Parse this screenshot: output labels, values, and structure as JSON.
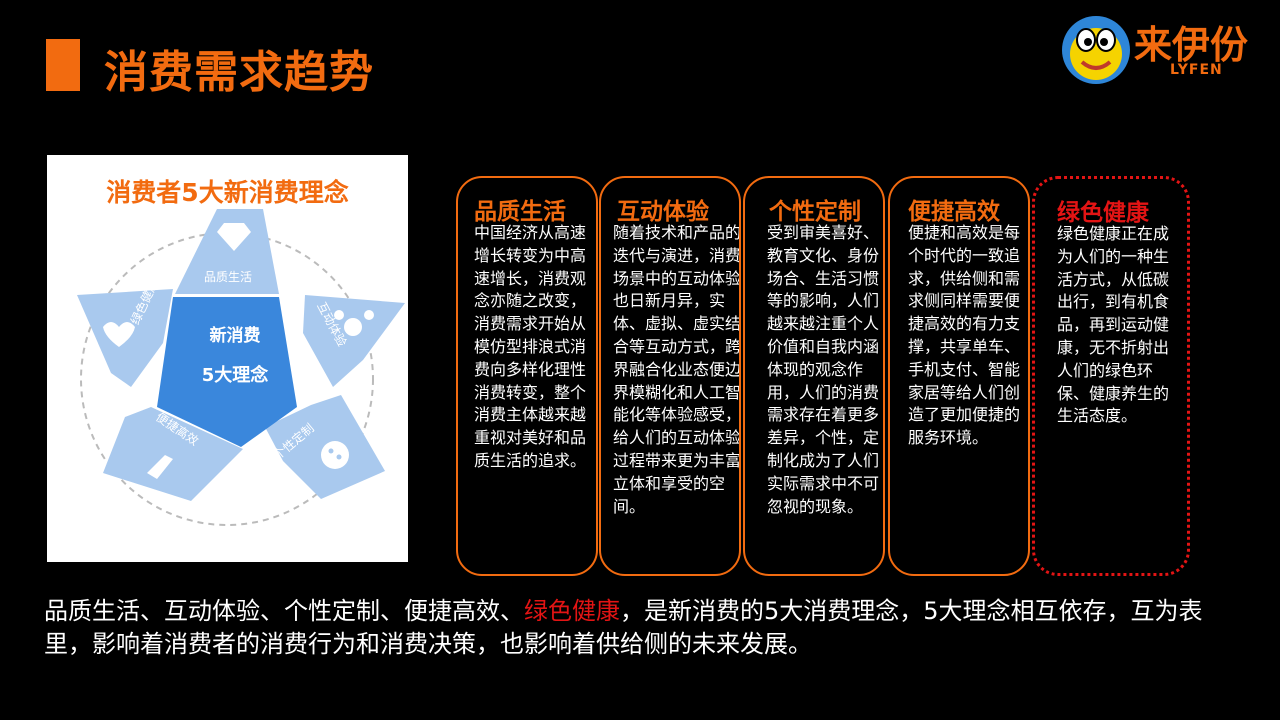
{
  "header": {
    "title": "消费需求趋势"
  },
  "logo": {
    "name": "来伊份",
    "sub": "LYFEN"
  },
  "diagram": {
    "title": "消费者5大新消费理念",
    "center_line1": "新消费",
    "center_line2": "5大理念",
    "petals": [
      "品质生活",
      "互动体验",
      "个性定制",
      "便捷高效",
      "绿色健康"
    ]
  },
  "cards": [
    {
      "title": "品质生活",
      "body": "中国经济从高速增长转变为中高速增长，消费观念亦随之改变，消费需求开始从模仿型排浪式消费向多样化理性消费转变，整个消费主体越来越重视对美好和品质生活的追求。"
    },
    {
      "title": "互动体验",
      "body": "随着技术和产品的迭代与演进，消费场景中的互动体验也日新月异，实体、虚拟、虚实结合等互动方式，跨界融合化业态便边界模糊化和人工智能化等体验感受，给人们的互动体验过程带来更为丰富立体和享受的空间。"
    },
    {
      "title": "个性定制",
      "body": "受到审美喜好、教育文化、身份场合、生活习惯等的影响，人们越来越注重个人价值和自我内涵体现的观念作用，人们的消费需求存在着更多差异，个性，定制化成为了人们实际需求中不可忽视的现象。"
    },
    {
      "title": "便捷高效",
      "body": "便捷和高效是每个时代的一致追求，供给侧和需求侧同样需要便捷高效的有力支撑，共享单车、手机支付、智能家居等给人们创造了更加便捷的服务环境。"
    },
    {
      "title": "绿色健康",
      "body": "绿色健康正在成为人们的一种生活方式，从低碳出行，到有机食品，再到运动健康，无不折射出人们的绿色环保、健康养生的生活态度。"
    }
  ],
  "summary": {
    "part1": "品质生活、互动体验、个性定制、便捷高效、",
    "highlight": "绿色健康",
    "part2": "，是新消费的5大消费理念，5大理念相互依存，互为表里，影响着消费者的消费行为和消费决策，也影响着供给侧的未来发展。"
  },
  "colors": {
    "accent": "#f26b10",
    "highlight": "#e31414",
    "petal_light": "#a9c9ee",
    "petal_dark": "#3a87dc"
  },
  "icons": [
    "diamond-icon",
    "people-network-icon",
    "palette-icon",
    "rocket-icon",
    "heart-icon",
    "mascot-icon"
  ]
}
